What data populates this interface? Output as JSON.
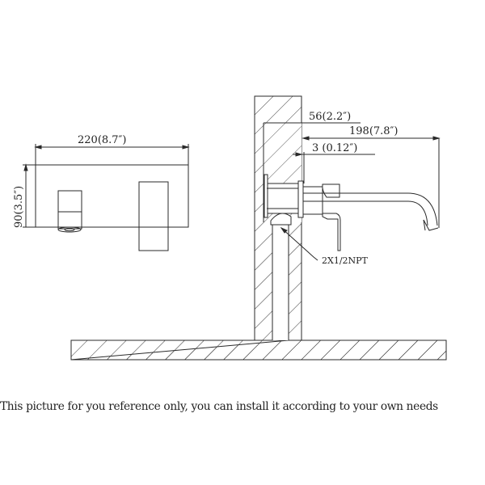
{
  "front_view": {
    "width_dimension": "220(8.7″)",
    "height_dimension": "90(3.5″)"
  },
  "side_view": {
    "depth_dimension": "56(2.2″)",
    "spout_reach_dimension": "198(7.8″)",
    "gap_dimension": "3 (0.12″)",
    "connection_label": "2X1/2NPT"
  },
  "caption": "This  picture for you reference only, you can install it according to your own needs",
  "colors": {
    "line": "#2a2a2a",
    "background": "#ffffff"
  }
}
